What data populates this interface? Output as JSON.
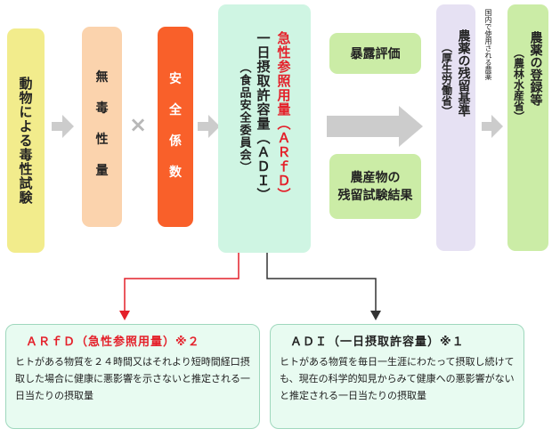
{
  "boxes": {
    "animal_test": "動物による毒性試験",
    "noael_chars": [
      "無",
      "毒",
      "性",
      "量"
    ],
    "safety_chars": [
      "安",
      "全",
      "係",
      "数"
    ],
    "arfd_main": "急性参照用量",
    "arfd_abbr": "（ＡＲｆＤ）",
    "adi_main": "一日摂取許容量",
    "adi_abbr": "（ＡＤＩ）",
    "fsc": "（食品安全委員会）",
    "exposure": "暴露評価",
    "residue_test_line1": "農産物の",
    "residue_test_line2": "残留試験結果",
    "mrl_main": "農薬の残留基準",
    "mrl_org": "（厚生労働省）",
    "domestic_note": "国内で使用される農薬",
    "registration_main": "農薬の登録等",
    "registration_org": "（農林水産省）"
  },
  "operators": {
    "times": "×"
  },
  "notes": {
    "arfd_title": "ＡＲｆＤ（急性参照用量）※２",
    "arfd_body": "ヒトがある物質を２４時間又はそれより短時間経口摂取した場合に健康に悪影響を示さないと推定される一日当たりの摂取量",
    "adi_title": "ＡＤＩ（一日摂取許容量）※１",
    "adi_body": "ヒトがある物質を毎日一生涯にわたって摂取し続けても、現在の科学的知見からみて健康への悪影響がないと推定される一日当たりの摂取量"
  },
  "colors": {
    "yellow": "#f2ec8c",
    "peach": "#fbd3ad",
    "orange": "#f9602a",
    "mint": "#cff5e3",
    "green": "#cbeca6",
    "lavender": "#e6e1f3",
    "red_text": "#e4202a",
    "gray_arrow": "#cccccc"
  }
}
